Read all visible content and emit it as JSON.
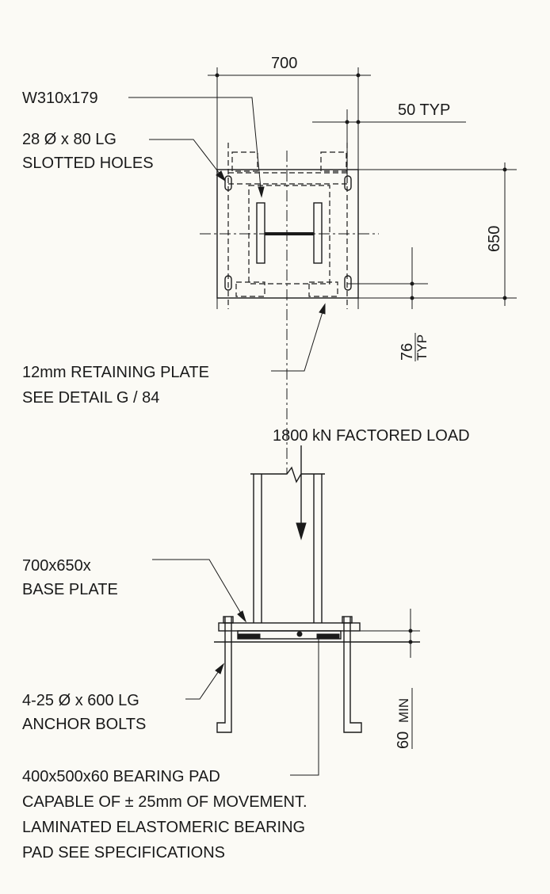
{
  "plan": {
    "dim_width": "700",
    "dim_typ_50": "50 TYP",
    "dim_height": "650",
    "dim_76_value": "76",
    "dim_76_typ": "TYP"
  },
  "labels": {
    "column": "W310x179",
    "slotted_1": "28 Ø x 80 LG",
    "slotted_2": "SLOTTED HOLES",
    "retaining_1": "12mm RETAINING  PLATE",
    "retaining_2": "SEE DETAIL G / 84",
    "load": "1800 kN FACTORED LOAD",
    "base_1": "700x650x",
    "base_2": "BASE PLATE",
    "anchor_1": "4-25 Ø x  600  LG",
    "anchor_2": "ANCHOR BOLTS",
    "dim_60_value": "60",
    "dim_60_min": "MIN",
    "pad_1": "400x500x60 BEARING PAD",
    "pad_2": "CAPABLE OF ± 25mm OF MOVEMENT.",
    "pad_3": "LAMINATED ELASTOMERIC BEARING",
    "pad_4": "PAD SEE SPECIFICATIONS"
  }
}
